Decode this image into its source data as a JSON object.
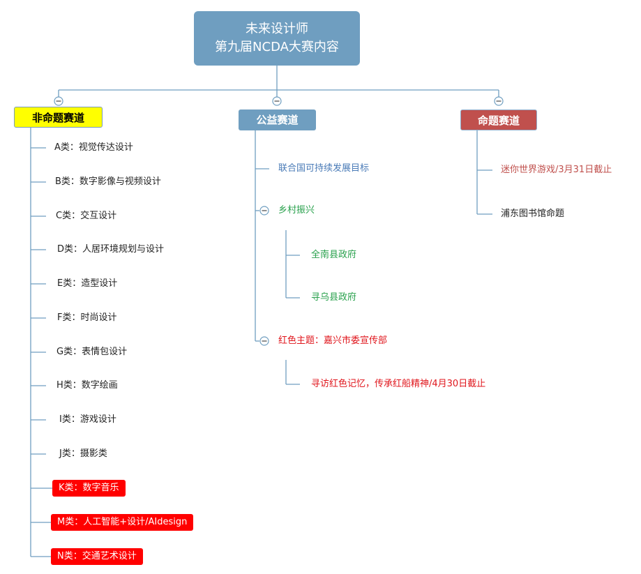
{
  "root": {
    "line1": "未来设计师",
    "line2": "第九届NCDA大赛内容"
  },
  "branches": {
    "non_proposition": {
      "label": "非命题赛道",
      "items": [
        "A类：视觉传达设计",
        "B类：数字影像与视频设计",
        "C类：交互设计",
        "D类：人居环境规划与设计",
        "E类：造型设计",
        "F类：时尚设计",
        "G类：表情包设计",
        "H类：数字绘画",
        "I类：游戏设计",
        "J类：摄影类"
      ],
      "highlighted": [
        "K类：数字音乐",
        "M类：人工智能+设计/AIdesign",
        "N类：交通艺术设计"
      ]
    },
    "public_welfare": {
      "label": "公益赛道",
      "un_goal": "联合国可持续发展目标",
      "rural": {
        "label": "乡村振兴",
        "children": [
          "全南县政府",
          "寻乌县政府"
        ]
      },
      "red_theme": {
        "label": "红色主题：嘉兴市委宣传部",
        "children": [
          "寻访红色记忆，传承红船精神/4月30日截止"
        ]
      }
    },
    "proposition": {
      "label": "命题赛道",
      "items": [
        "迷你世界游戏/3月31日截止",
        "浦东图书馆命题"
      ]
    }
  },
  "colors": {
    "root": "#6f9ec0",
    "line": "#6f9ec0",
    "highlight": "#ff0000",
    "proposition": "#c0504d",
    "non_proposition": "#ffff00"
  },
  "icons": {
    "toggle": "collapse-minus-icon"
  }
}
